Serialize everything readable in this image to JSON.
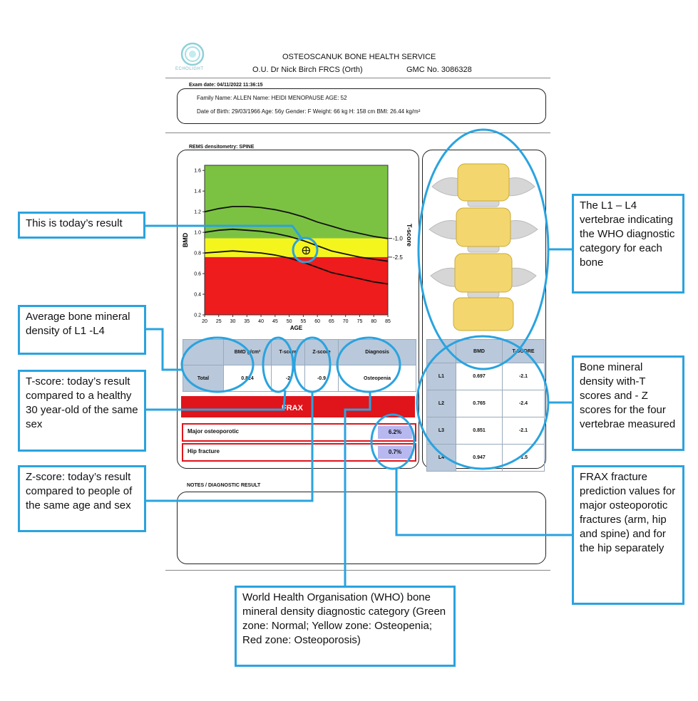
{
  "header": {
    "logo_text": "ECHOLIGHT",
    "service": "OSTEOSCANUK BONE HEALTH SERVICE",
    "doctor": "O.U. Dr Nick Birch FRCS (Orth)",
    "gmc": "GMC No.  3086328"
  },
  "patient": {
    "exam_date": "Exam date: 04/11/2022 11:36:15",
    "line1": "Family Name: ALLEN  Name: HEIDI  MENOPAUSE AGE: 52",
    "line2": "Date of Birth: 29/03/1966  Age: 56y  Gender: F   Weight: 66 kg   H: 158 cm   BMI: 26.44 kg/m²"
  },
  "section_title": "REMS densitometry: SPINE",
  "colors": {
    "green": "#7cc242",
    "yellow": "#f5f51e",
    "red": "#ee1c1c",
    "callout": "#2aa3df"
  },
  "chart_data": {
    "type": "line",
    "xlabel": "AGE",
    "ylabel": "BMD",
    "y2label": "T-score",
    "x_ticks": [
      "20",
      "25",
      "30",
      "35",
      "40",
      "45",
      "50",
      "55",
      "60",
      "65",
      "70",
      "75",
      "80",
      "85"
    ],
    "y_ticks": [
      "0.2",
      "0.4",
      "0.6",
      "0.8",
      "1.0",
      "1.2",
      "1.4",
      "1.6"
    ],
    "y2_ticks": [
      "-1.0",
      "-2.5"
    ],
    "xlim": [
      20,
      85
    ],
    "ylim": [
      0.2,
      1.65
    ],
    "zones": [
      {
        "name": "normal",
        "from": 0.942,
        "to": 1.65,
        "color": "#7cc242"
      },
      {
        "name": "osteopenia",
        "from": 0.76,
        "to": 0.942,
        "color": "#f5f51e"
      },
      {
        "name": "osteoporosis",
        "from": 0.2,
        "to": 0.76,
        "color": "#ee1c1c"
      }
    ],
    "series": [
      {
        "x": [
          20,
          25,
          30,
          35,
          40,
          45,
          50,
          55,
          60,
          65,
          70,
          75,
          80,
          85
        ],
        "values": [
          1.2,
          1.23,
          1.25,
          1.25,
          1.24,
          1.22,
          1.19,
          1.15,
          1.1,
          1.06,
          1.02,
          0.99,
          0.96,
          0.94
        ]
      },
      {
        "x": [
          20,
          25,
          30,
          35,
          40,
          45,
          50,
          55,
          60,
          65,
          70,
          75,
          80,
          85
        ],
        "values": [
          1.0,
          1.02,
          1.03,
          1.02,
          1.01,
          0.99,
          0.96,
          0.92,
          0.87,
          0.82,
          0.79,
          0.76,
          0.74,
          0.72
        ]
      },
      {
        "x": [
          20,
          25,
          30,
          35,
          40,
          45,
          50,
          55,
          60,
          65,
          70,
          75,
          80,
          85
        ],
        "values": [
          0.8,
          0.81,
          0.82,
          0.81,
          0.8,
          0.78,
          0.75,
          0.71,
          0.66,
          0.61,
          0.58,
          0.55,
          0.52,
          0.5
        ]
      }
    ],
    "today": {
      "x": 56,
      "y": 0.824
    }
  },
  "bmd_table": {
    "headers": [
      "BMD g/cm²",
      "T-score",
      "Z-score",
      "Diagnosis"
    ],
    "row_label": "Total",
    "values": [
      "0.824",
      "-2",
      "-0.9",
      "Osteopenia"
    ]
  },
  "frax": {
    "title": "FRAX",
    "major_label": "Major osteoporotic",
    "major_value": "6.2%",
    "hip_label": "Hip fracture",
    "hip_value": "0.7%"
  },
  "segments": {
    "headers": [
      "BMD",
      "T-SCORE"
    ],
    "rows": [
      {
        "label": "L1",
        "bmd": "0.697",
        "t": "-2.1"
      },
      {
        "label": "L2",
        "bmd": "0.765",
        "t": "-2.4"
      },
      {
        "label": "L3",
        "bmd": "0.851",
        "t": "-2.1"
      },
      {
        "label": "L4",
        "bmd": "0.947",
        "t": "-1.5"
      }
    ]
  },
  "notes_title": "NOTES / DIAGNOSTIC RESULT",
  "callouts": {
    "today": "This is today’s result",
    "avg": "Average bone mineral density of L1 -L4",
    "tscore": "T-score: today’s result compared to a healthy 30 year-old of the same sex",
    "zscore": "Z-score: today’s result compared to people of the same age and sex",
    "who": "World Health Organisation (WHO) bone mineral density diagnostic category (Green zone: Normal; Yellow zone: Osteopenia; Red zone: Osteoporosis)",
    "vertebrae": "The L1 – L4 vertebrae indicating the WHO diagnostic category for each bone",
    "segments": "Bone mineral density with-T scores and - Z scores for the four vertebrae measured",
    "frax": "FRAX fracture prediction values for major osteoporotic fractures (arm, hip and spine) and for the hip separately"
  }
}
